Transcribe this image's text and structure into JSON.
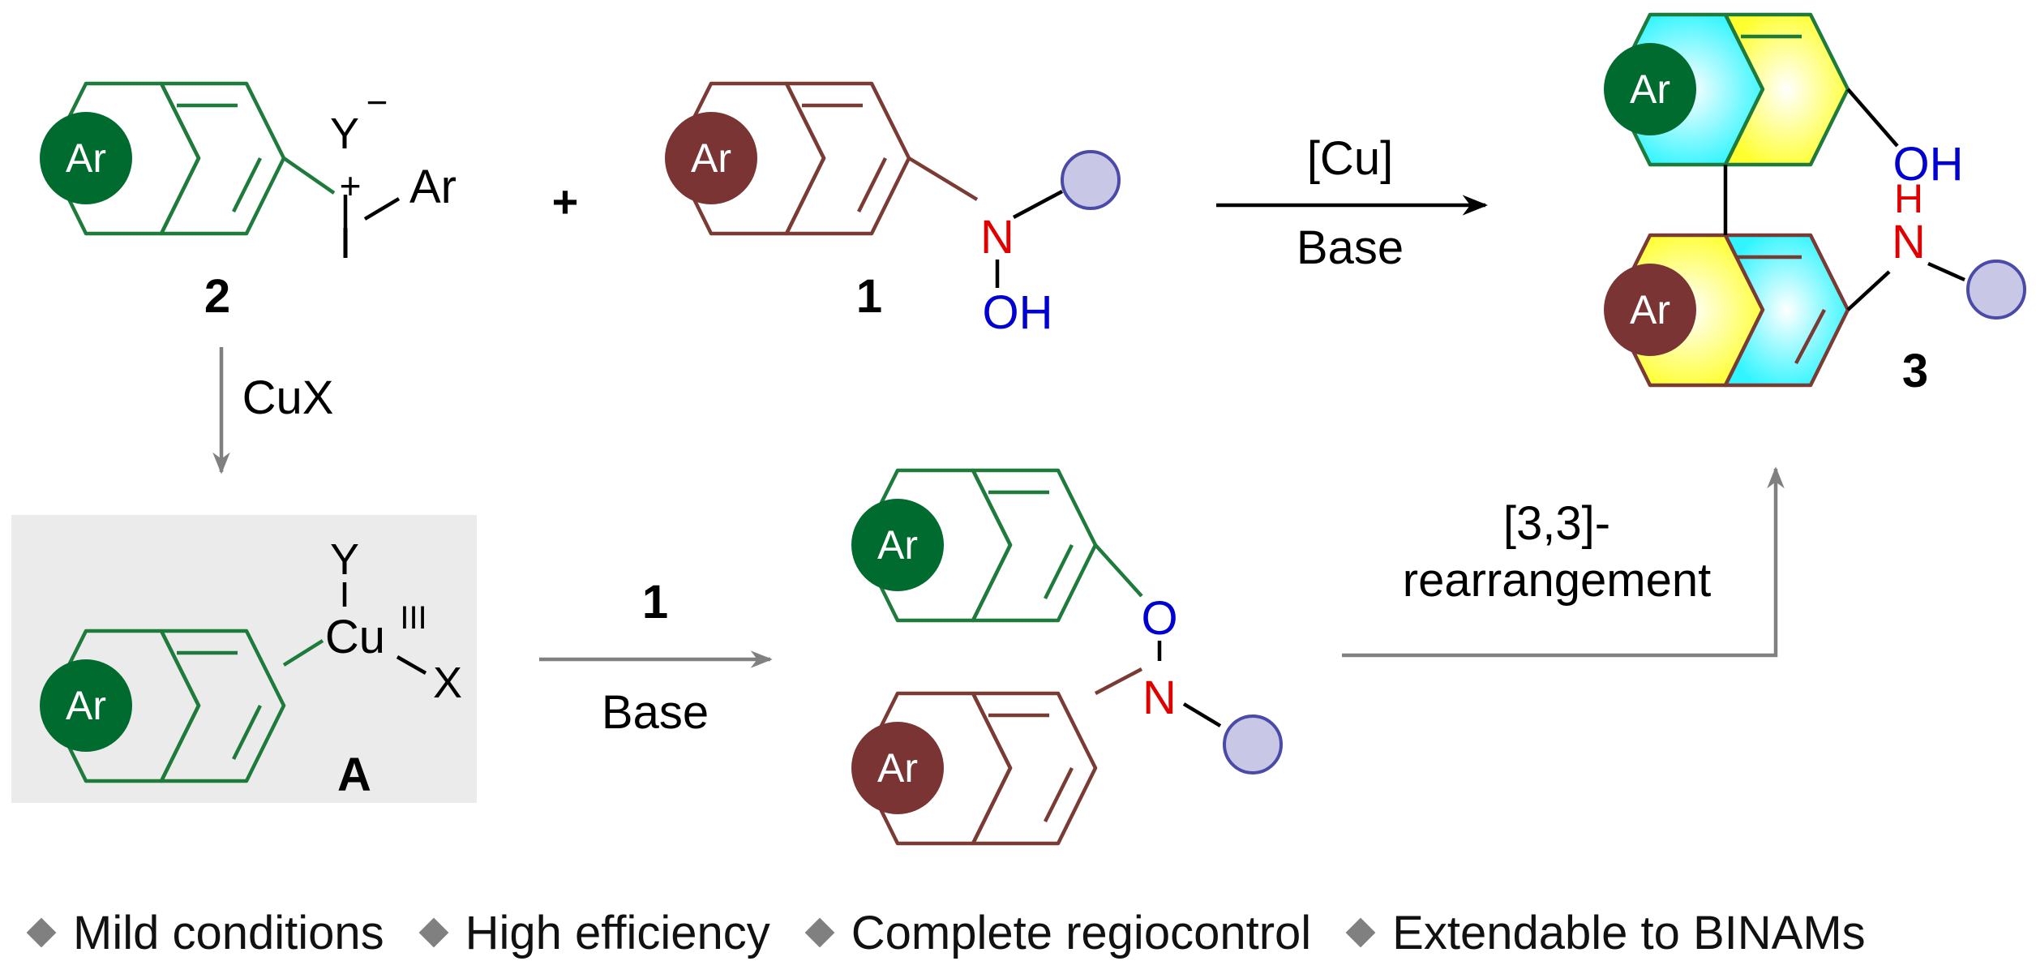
{
  "compounds": {
    "iodonium": {
      "ring_label": "Ar",
      "counter_anion": "Y",
      "anion_charge": "−",
      "iodine_charge": "+",
      "iodine": "I",
      "aryl": "Ar",
      "number": "2"
    },
    "hydroxylamine": {
      "ring_label": "Ar",
      "nitrogen": "N",
      "oh": "OH",
      "number": "1"
    },
    "product": {
      "top_ring_label": "Ar",
      "bottom_ring_label": "Ar",
      "oh": "OH",
      "nh_h": "H",
      "nh_n": "N",
      "number": "3"
    },
    "intermediate_A": {
      "ring_label": "Ar",
      "ligand_y": "Y",
      "metal": "Cu",
      "oxidation_state": "III",
      "ligand_x": "X",
      "label": "A"
    },
    "ether_intermediate": {
      "top_ring_label": "Ar",
      "bottom_ring_label": "Ar",
      "oxygen": "O",
      "nitrogen": "N"
    }
  },
  "reaction_arrows": {
    "main": {
      "above": "[Cu]",
      "below": "Base"
    },
    "cux": {
      "label": "CuX"
    },
    "coupling": {
      "above": "1",
      "below": "Base"
    },
    "rearrangement": {
      "line1": "[3,3]-",
      "line2": "rearrangement"
    }
  },
  "plus_sign": "+",
  "features": [
    "Mild conditions",
    "High efficiency",
    "Complete regiocontrol",
    "Extendable to BINAMs"
  ],
  "colors": {
    "green": "#1e7b3c",
    "green_fill": "#006b2e",
    "brown": "#7b3b35",
    "brown_fill": "#7a3434",
    "red_atom": "#e00000",
    "blue_atom": "#0000d0",
    "substituent_fill": "#c8c8e6",
    "substituent_stroke": "#4a4aa8",
    "highlight_yellow": "#ffff33",
    "highlight_cyan": "#33ffff",
    "arrow_black": "#000000",
    "arrow_gray": "#808080",
    "box_gray": "#ebebeb"
  }
}
